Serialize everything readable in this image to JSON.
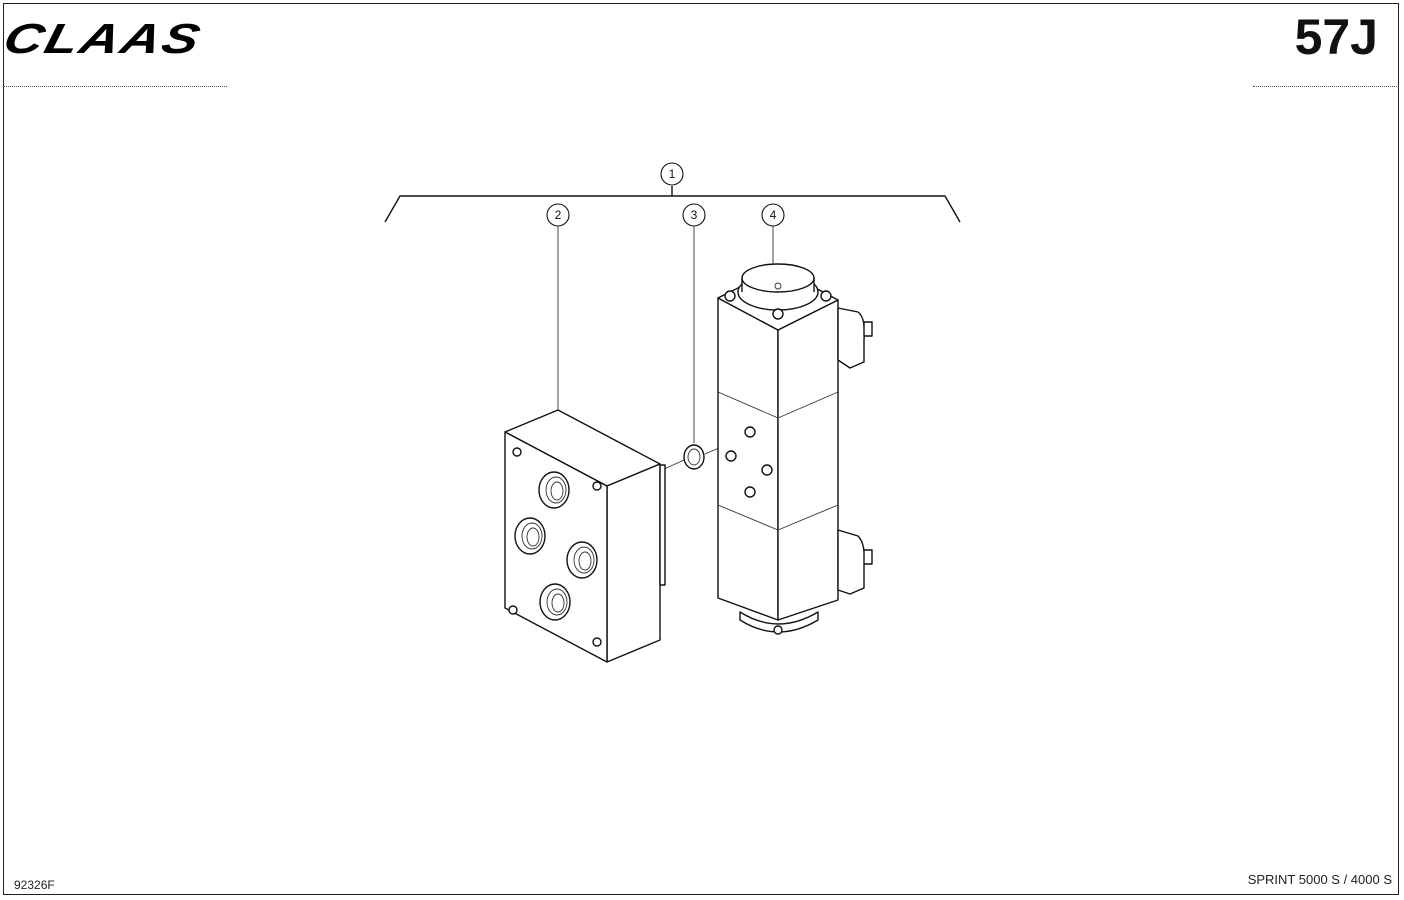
{
  "header": {
    "brand_logo": "CLAAS",
    "page_code": "57J"
  },
  "footer": {
    "document_number": "92326F",
    "model": "SPRINT 5000 S / 4000 S"
  },
  "diagram": {
    "callouts": [
      {
        "id": "1",
        "label": "1"
      },
      {
        "id": "2",
        "label": "2"
      },
      {
        "id": "3",
        "label": "3"
      },
      {
        "id": "4",
        "label": "4"
      }
    ]
  }
}
